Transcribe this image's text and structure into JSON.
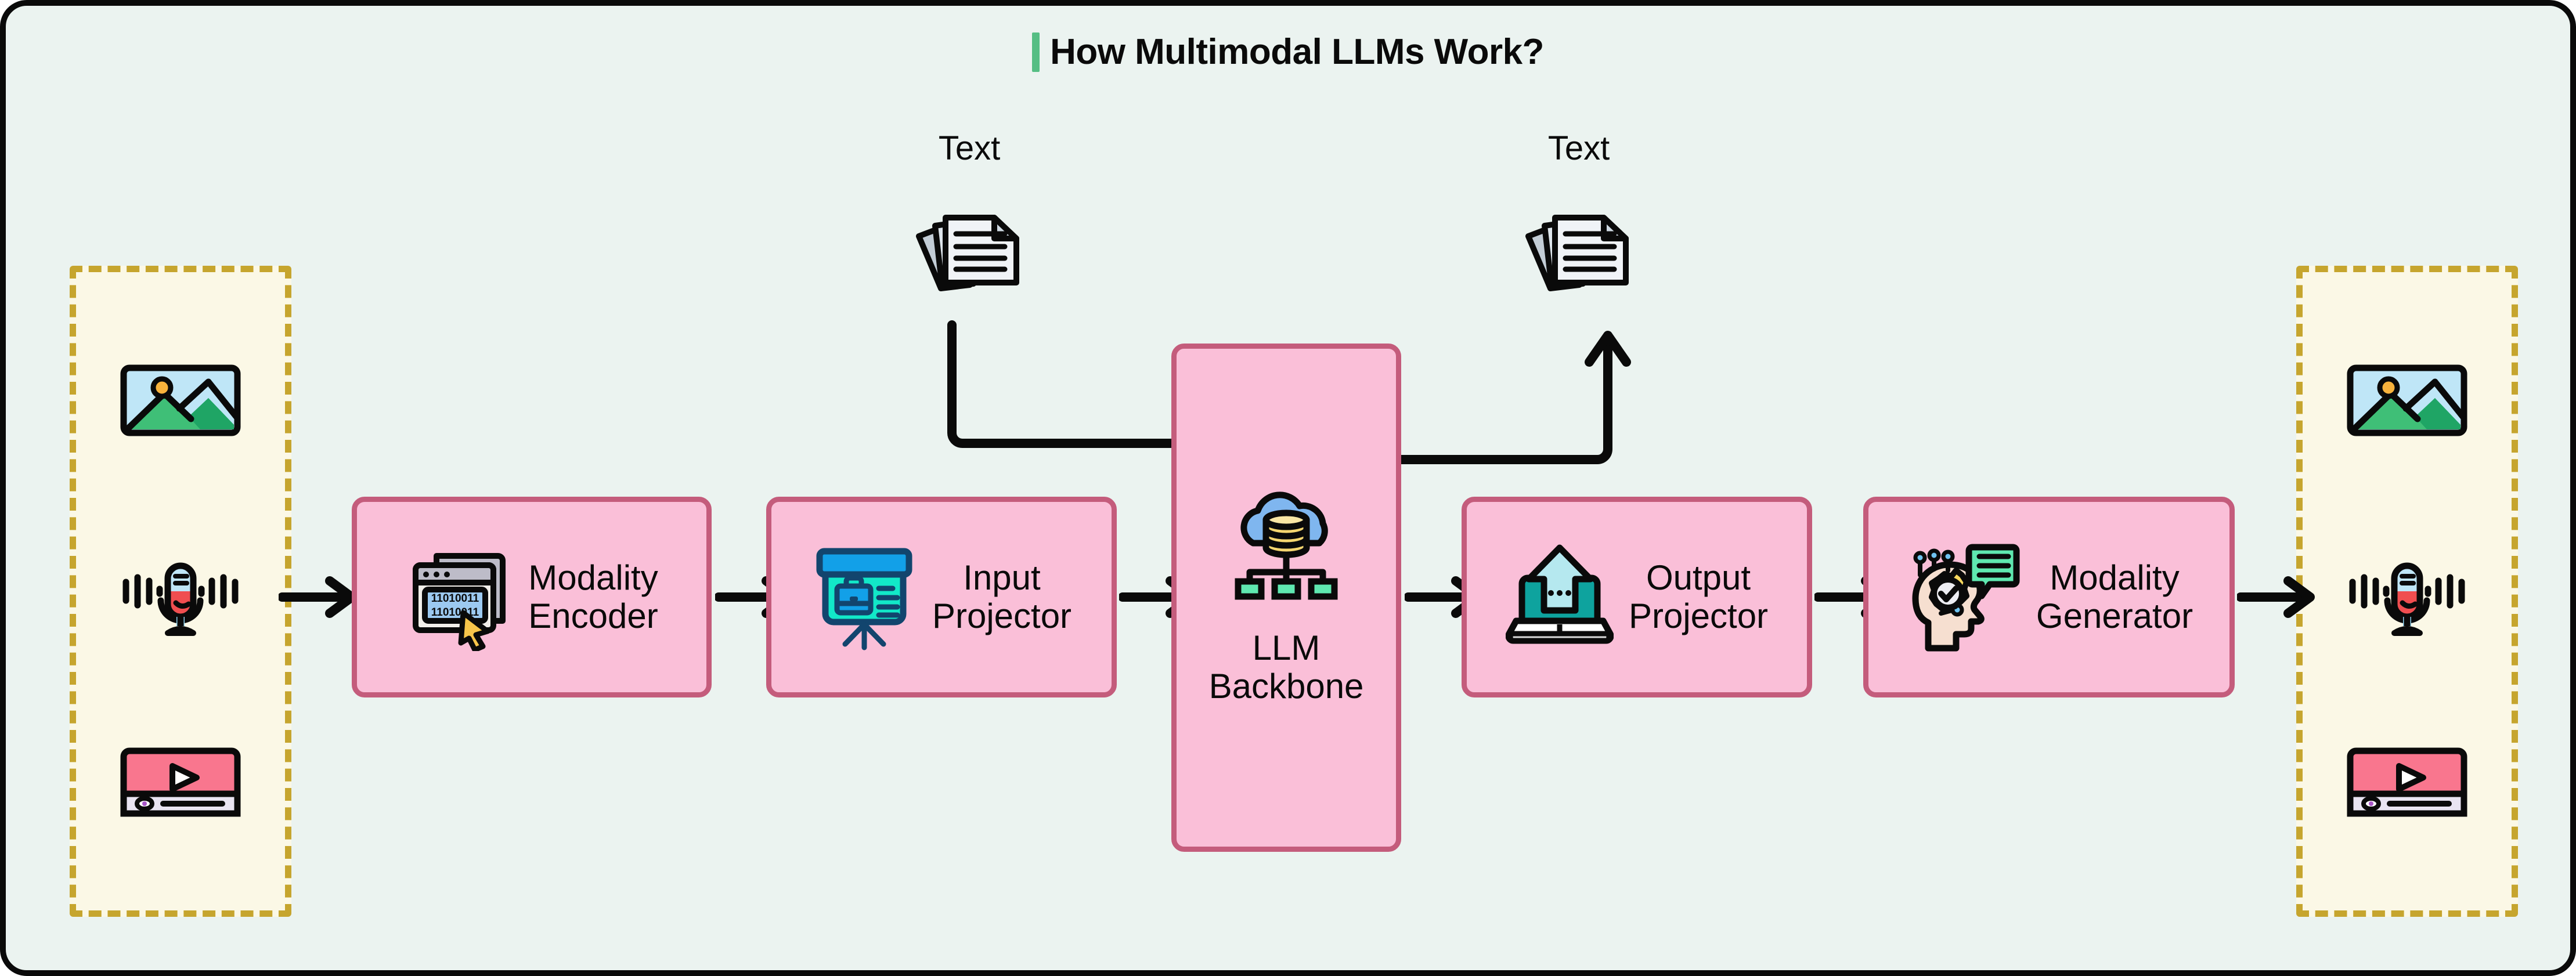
{
  "diagram": {
    "title": "How Multimodal LLMs Work?",
    "accent_color": "#55BE84",
    "background_color": "#EBF3F0",
    "box_fill_color": "#FABFD8",
    "box_border_color": "#C45C7C",
    "panel_fill_color": "#FBF8E6",
    "panel_border_color": "#C6A52E"
  },
  "input_panel": {
    "name": "input-modalities",
    "items": [
      {
        "icon": "image-icon",
        "label": "Image"
      },
      {
        "icon": "microphone-audio-icon",
        "label": "Audio"
      },
      {
        "icon": "video-player-icon",
        "label": "Video"
      }
    ]
  },
  "output_panel": {
    "name": "output-modalities",
    "items": [
      {
        "icon": "image-icon",
        "label": "Image"
      },
      {
        "icon": "microphone-audio-icon",
        "label": "Audio"
      },
      {
        "icon": "video-player-icon",
        "label": "Video"
      }
    ]
  },
  "stages": [
    {
      "id": "modality-encoder",
      "label": "Modality\nEncoder",
      "icon": "binary-window-cursor-icon"
    },
    {
      "id": "input-projector",
      "label": "Input\nProjector",
      "icon": "presentation-board-icon"
    },
    {
      "id": "llm-backbone",
      "label": "LLM\nBackbone",
      "icon": "cloud-database-network-icon"
    },
    {
      "id": "output-projector",
      "label": "Output\nProjector",
      "icon": "laptop-upload-icon"
    },
    {
      "id": "modality-generator",
      "label": "Modality\nGenerator",
      "icon": "ai-head-chat-icon"
    }
  ],
  "text_nodes": {
    "input": {
      "label": "Text",
      "icon": "stacked-documents-icon"
    },
    "output": {
      "label": "Text",
      "icon": "stacked-documents-icon"
    }
  },
  "connectors": [
    {
      "id": "arrow-panel-to-encoder",
      "icon": "arrow-right-icon"
    },
    {
      "id": "arrow-encoder-to-inproj",
      "icon": "arrow-right-icon"
    },
    {
      "id": "arrow-inproj-to-llm",
      "icon": "arrow-right-icon"
    },
    {
      "id": "arrow-llm-to-outproj",
      "icon": "arrow-right-icon"
    },
    {
      "id": "arrow-outproj-to-modgen",
      "icon": "arrow-right-icon"
    },
    {
      "id": "arrow-modgen-to-panel",
      "icon": "arrow-right-icon"
    },
    {
      "id": "elbow-text-in-to-llm",
      "icon": "elbow-arrow-right-icon"
    },
    {
      "id": "elbow-llm-to-text-out",
      "icon": "elbow-arrow-up-icon"
    }
  ]
}
